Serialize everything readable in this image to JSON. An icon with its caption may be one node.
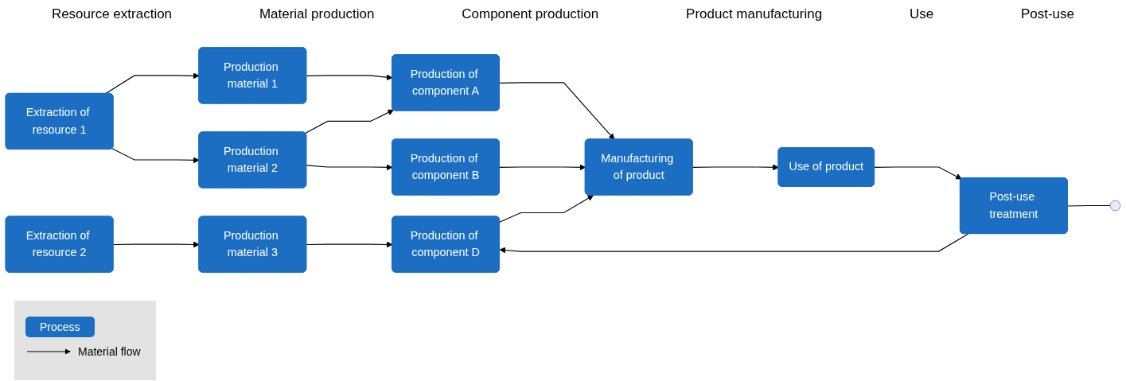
{
  "diagram": {
    "nodes": [
      {
        "text": [
          "Extraction of resource 1"
        ]
      },
      {
        "text": [
          "Extraction of resource 2"
        ]
      },
      {
        "text": [
          "Production material 1"
        ]
      },
      {
        "text": [
          "Production material 2"
        ]
      },
      {
        "text": [
          "Production material 3"
        ]
      },
      {
        "text": [
          "Production of component A"
        ]
      },
      {
        "text": [
          "Production of component B"
        ]
      },
      {
        "text": [
          "Production of component D"
        ]
      },
      {
        "text": [
          "Manufacturing of product"
        ]
      },
      {
        "text": [
          "Use of product"
        ]
      },
      {
        "text": [
          "Post-use treatment"
        ]
      }
    ],
    "edges": [
      {
        "from": 0,
        "to": 2,
        "arrow": "to"
      },
      {
        "from": 0,
        "to": 3,
        "arrow": "to"
      },
      {
        "from": 1,
        "to": 4,
        "arrow": "to"
      },
      {
        "from": 2,
        "to": 5,
        "arrow": "to"
      },
      {
        "from": 3,
        "to": 5,
        "arrow": "to"
      },
      {
        "from": 3,
        "to": 6,
        "arrow": "to"
      },
      {
        "from": 4,
        "to": 7,
        "arrow": "to"
      },
      {
        "from": 5,
        "to": 8,
        "arrow": "to"
      },
      {
        "from": 6,
        "to": 8,
        "arrow": "to"
      },
      {
        "from": 7,
        "to": 8,
        "arrow": "to"
      },
      {
        "from": 8,
        "to": 9,
        "arrow": "to"
      },
      {
        "from": 9,
        "to": 10,
        "arrow": "to"
      },
      {
        "from": 10,
        "to": 7,
        "arrow": "to"
      },
      {
        "from": 10,
        "to": null,
        "arrow": "none"
      }
    ],
    "labels": [
      "Resource extraction",
      "Material production",
      "Component production",
      "Product manufacturing",
      "Use",
      "Post-use"
    ],
    "legend": [
      {
        "text": "Process",
        "color": "#1b6ec2"
      },
      {
        "text": "Material flow"
      }
    ]
  }
}
